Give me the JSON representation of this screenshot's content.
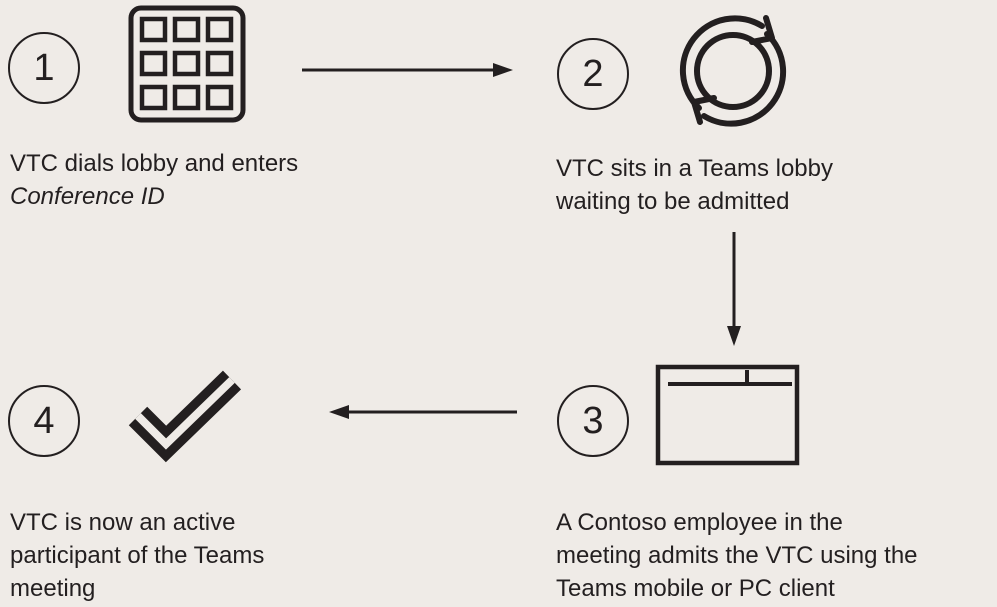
{
  "steps": [
    {
      "number": "1",
      "icon": "dialpad-icon",
      "caption_lines": [
        "VTC dials lobby and enters",
        "Conference ID"
      ]
    },
    {
      "number": "2",
      "icon": "refresh-cycle-icon",
      "caption_lines": [
        "VTC sits in a Teams lobby",
        "waiting to be admitted"
      ]
    },
    {
      "number": "3",
      "icon": "app-window-icon",
      "caption_lines": [
        "A Contoso employee in the",
        "meeting admits the VTC using the",
        "Teams mobile or PC client"
      ]
    },
    {
      "number": "4",
      "icon": "checkmark-icon",
      "caption_lines": [
        "VTC is now an active",
        "participant of the Teams",
        "meeting"
      ]
    }
  ],
  "colors": {
    "background": "#efebe7",
    "foreground": "#231f20"
  }
}
